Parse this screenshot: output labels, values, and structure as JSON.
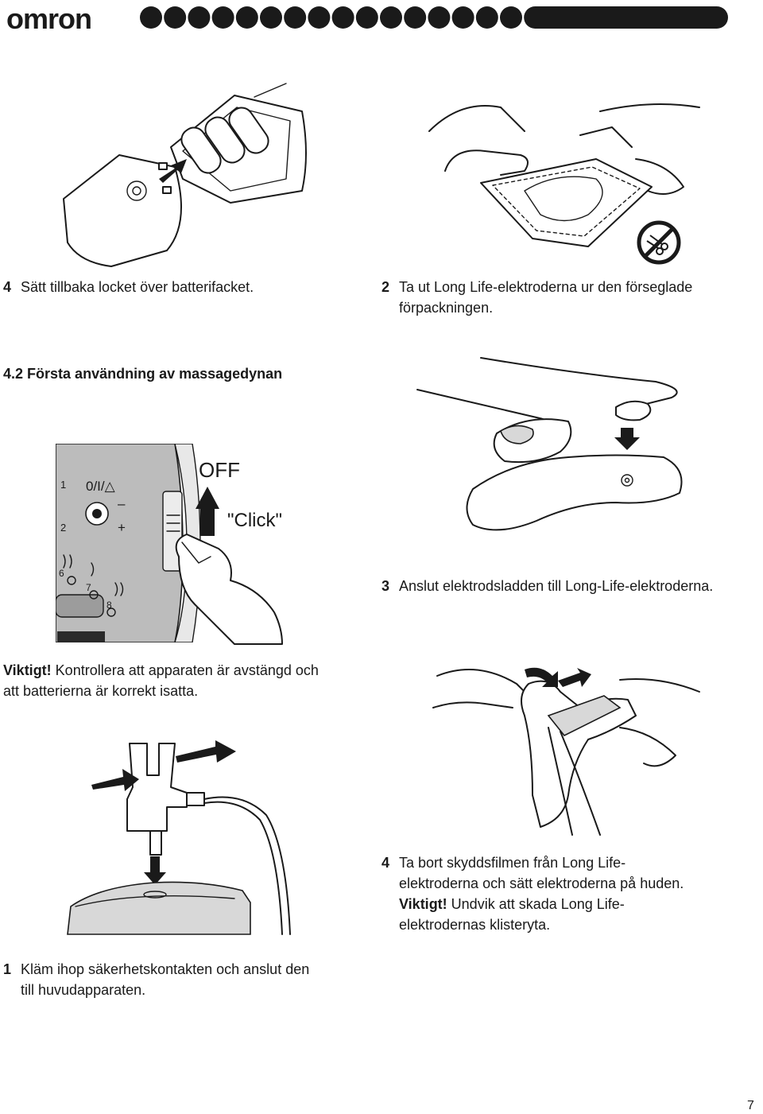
{
  "header": {
    "brand": "omron",
    "dot_count": 16,
    "accent_color": "#1a1a1a"
  },
  "top_left": {
    "step_num": "4",
    "step_text": "Sätt tillbaka locket över batterifacket."
  },
  "top_right": {
    "step_num": "2",
    "step_line1": "Ta ut Long Life-elektroderna ur den förseglade",
    "step_line2": "förpackningen.",
    "icon": "no-scissors-icon"
  },
  "section": {
    "number": "4.2",
    "title": "Första användning av massagedynan"
  },
  "device_figure": {
    "off_label": "OFF",
    "click_label": "\"Click\"",
    "switch_label": "0/I/△",
    "port1": "1",
    "port2": "2",
    "minus": "–",
    "plus": "+",
    "mode6": "6",
    "mode7": "7",
    "mode8": "8"
  },
  "step3": {
    "num": "3",
    "text": "Anslut elektrodsladden till Long-Life-elektroderna."
  },
  "warning": {
    "bold": "Viktigt!",
    "line1": " Kontrollera att apparaten är avstängd och",
    "line2": "att batterierna är korrekt isatta."
  },
  "step4b": {
    "num": "4",
    "line1": "Ta bort skyddsfilmen från Long Life-",
    "line2": "elektroderna och sätt elektroderna på huden.",
    "bold": "Viktigt!",
    "line3": " Undvik att skada Long Life-",
    "line4": "elektrodernas klisteryta."
  },
  "step1": {
    "num": "1",
    "line1": "Kläm ihop säkerhetskontakten och anslut den",
    "line2": "till huvudapparaten."
  },
  "footer": {
    "page_number": "7"
  }
}
